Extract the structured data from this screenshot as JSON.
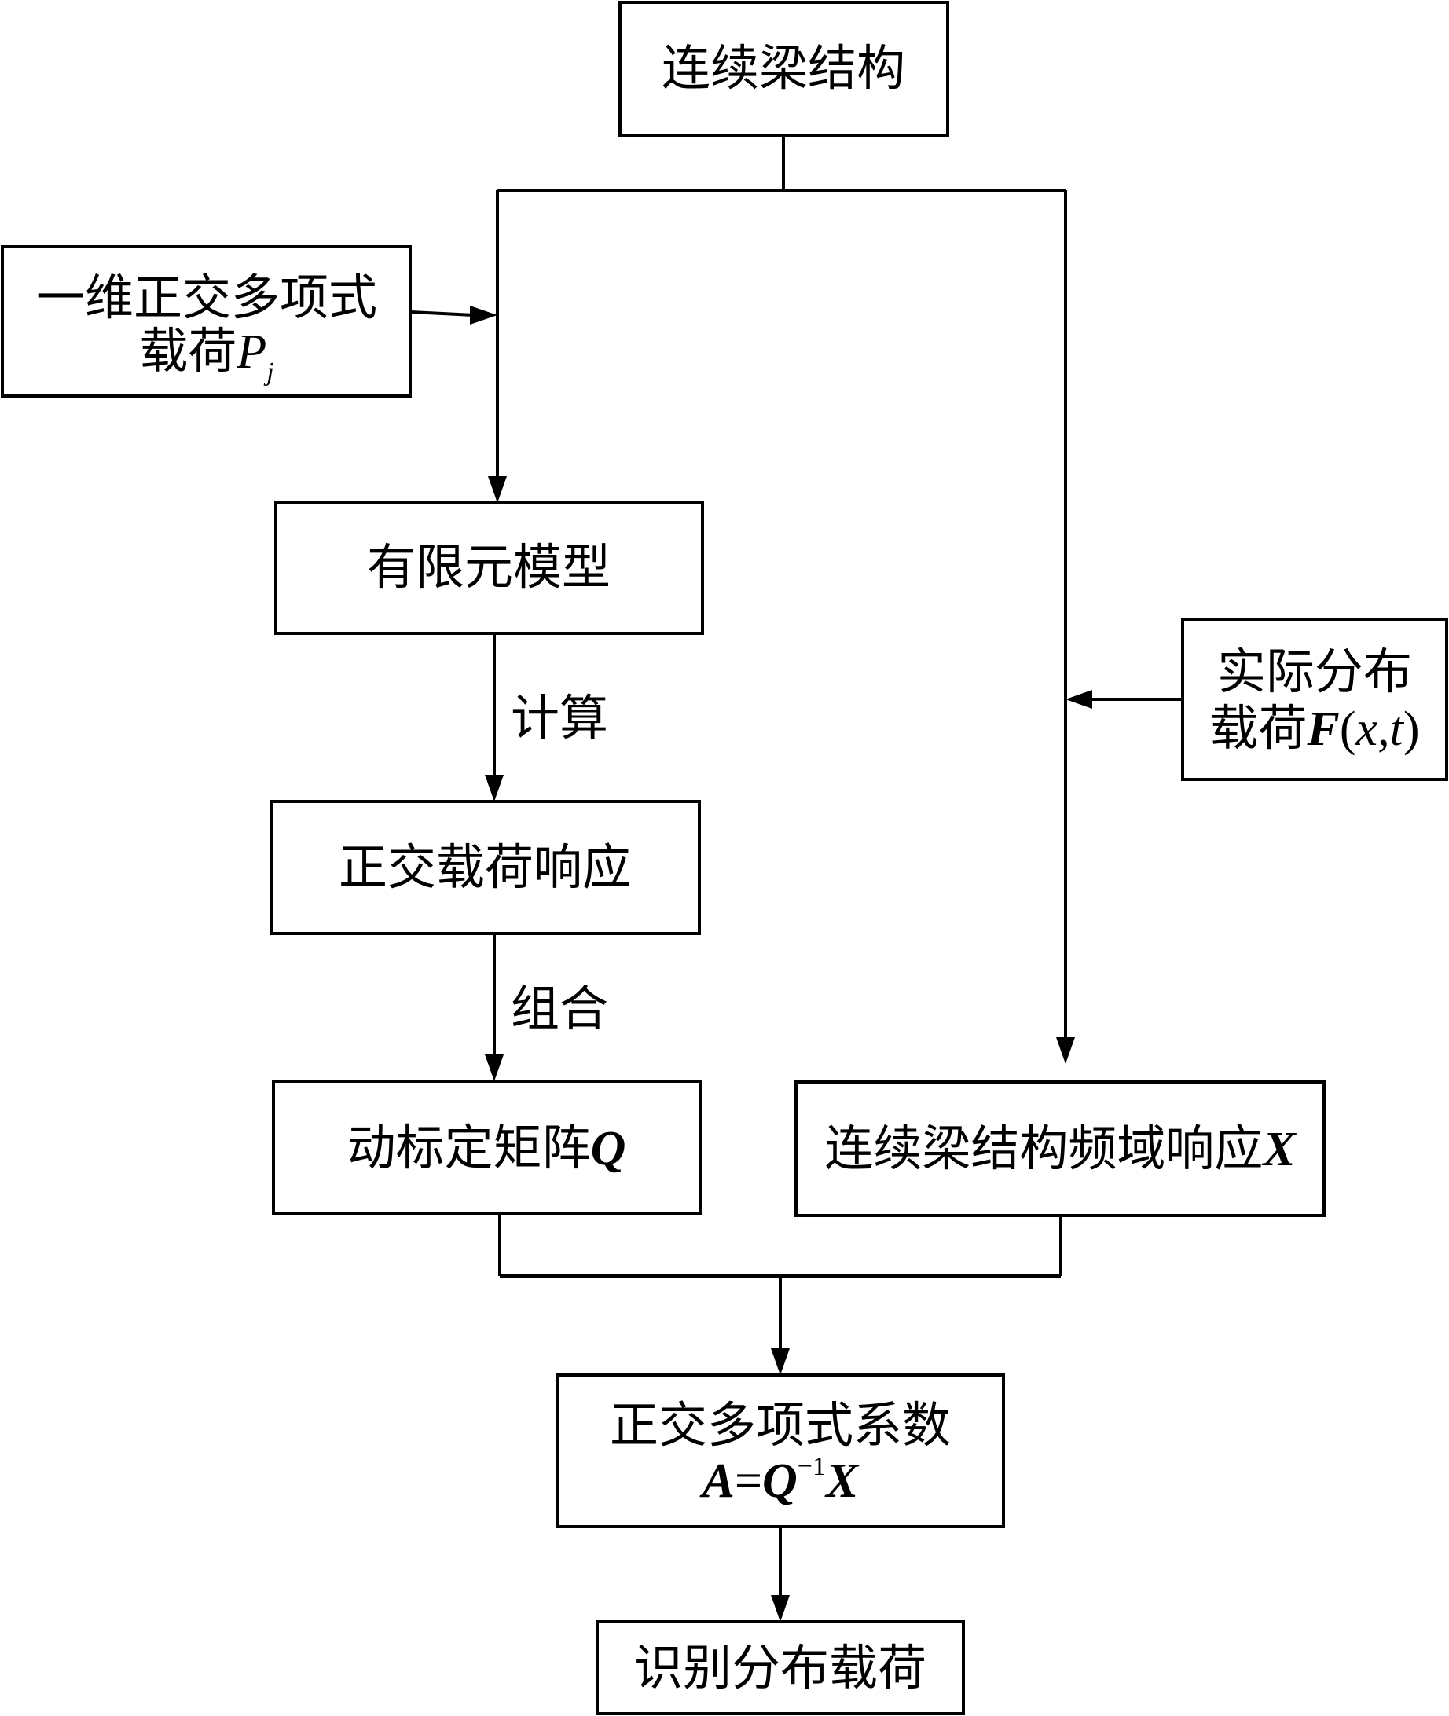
{
  "nodes": {
    "continuous_beam": {
      "label": "连续梁结构"
    },
    "orthogonal_poly_load": {
      "line1": "一维正交多项式",
      "line2_text": "载荷",
      "line2_var": "P",
      "line2_sub": "j"
    },
    "fe_model": {
      "label": "有限元模型"
    },
    "orthogonal_response": {
      "label": "正交载荷响应"
    },
    "calibration_matrix": {
      "label_text": "动标定矩阵",
      "label_var": "Q"
    },
    "actual_load": {
      "line1": "实际分布",
      "line2_text": "载荷",
      "line2_func": "F",
      "line2_open": "(",
      "line2_x": "x",
      "line2_comma": ",",
      "line2_t": "t",
      "line2_close": ")"
    },
    "freq_response": {
      "label_text": "连续梁结构频域响应",
      "label_var": "X"
    },
    "poly_coeff": {
      "line1": "正交多项式系数",
      "eq_a": "A",
      "eq_equals": "=",
      "eq_q": "Q",
      "eq_exp": "−1",
      "eq_x": "X"
    },
    "identify_load": {
      "label": "识别分布载荷"
    }
  },
  "edges": {
    "compute_label": "计算",
    "combine_label": "组合"
  }
}
